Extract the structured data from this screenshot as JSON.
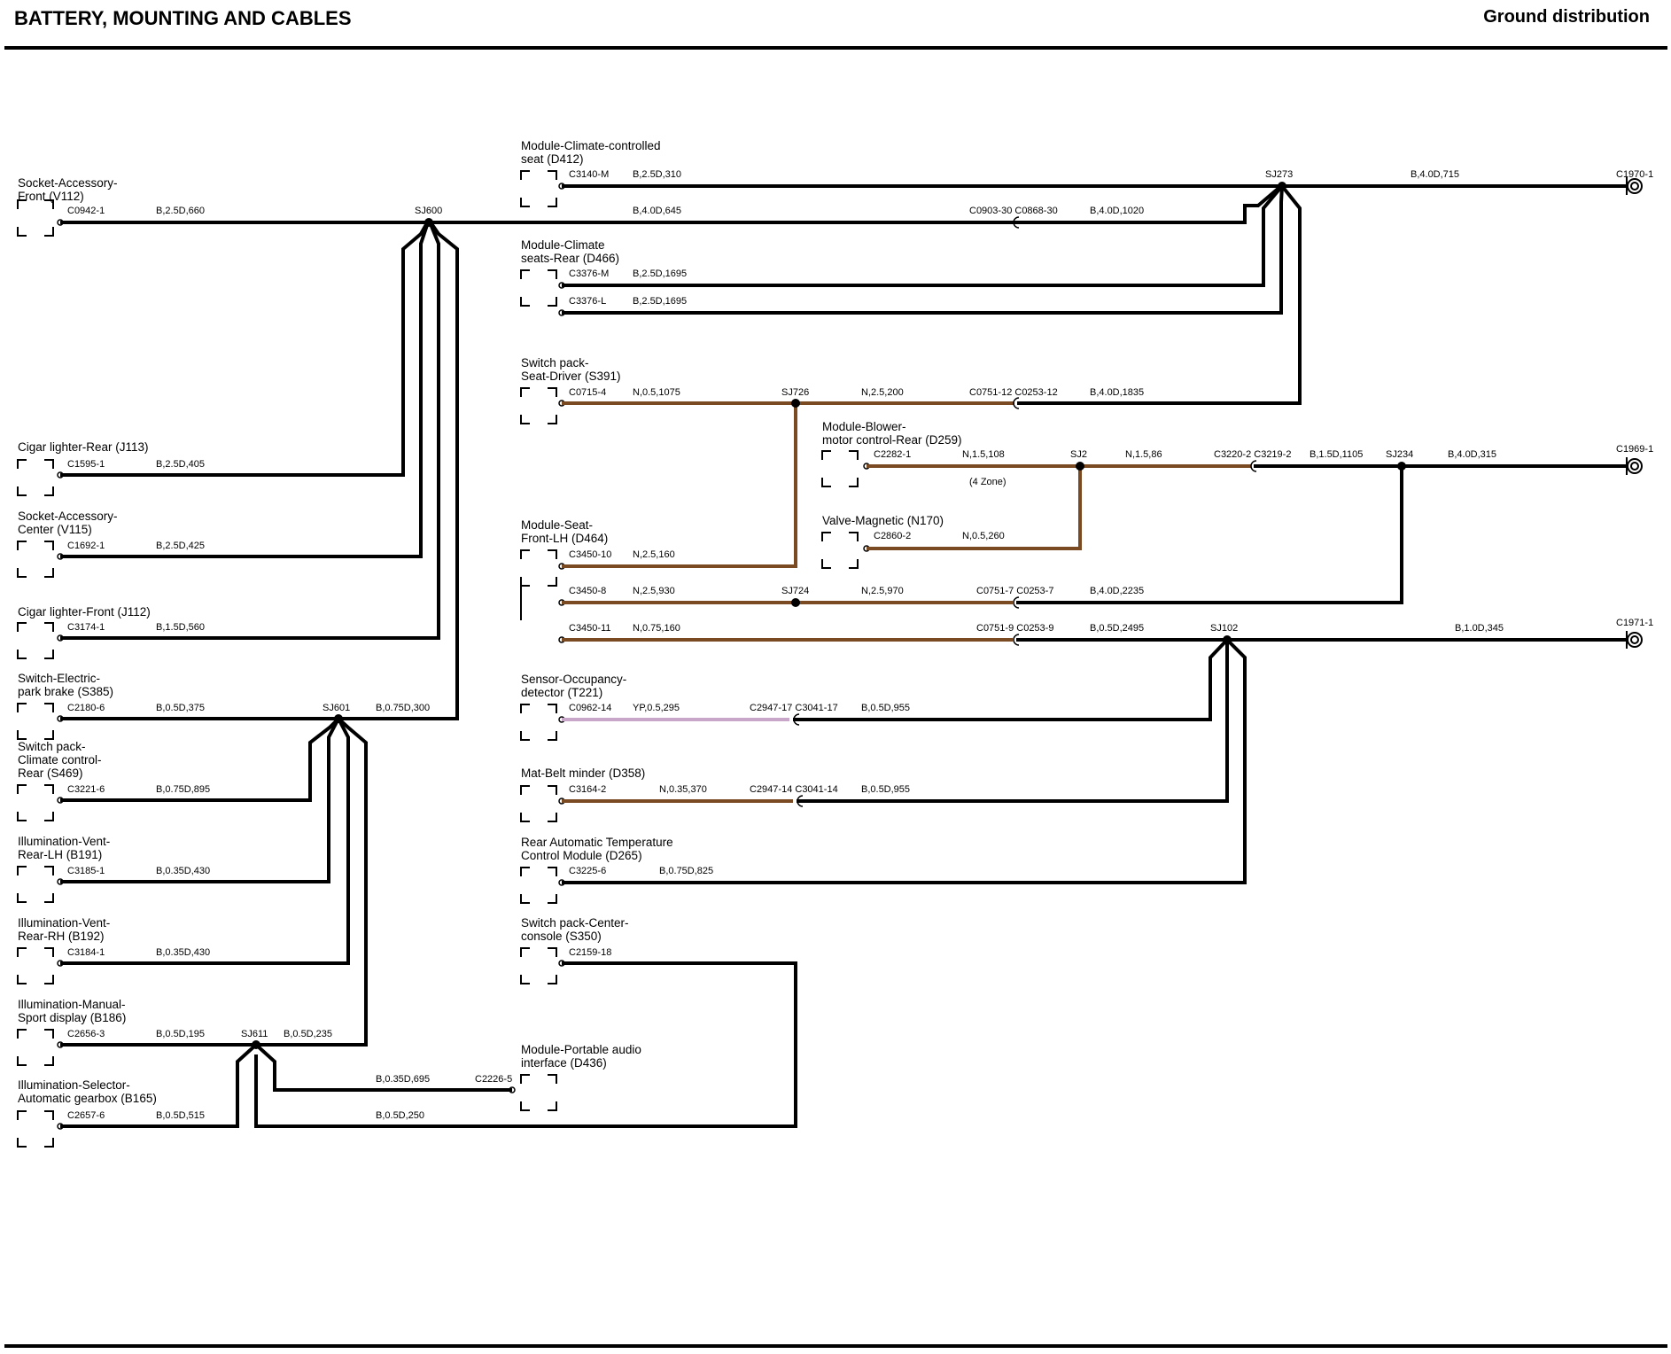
{
  "header": {
    "title": "BATTERY, MOUNTING AND CABLES",
    "section": "Ground distribution"
  },
  "diagram": {
    "components": [
      {
        "id": "v112",
        "lines": [
          "Socket-Accessory-",
          "Front (V112)"
        ]
      },
      {
        "id": "j113",
        "lines": [
          "Cigar lighter-Rear (J113)"
        ]
      },
      {
        "id": "v115",
        "lines": [
          "Socket-Accessory-",
          "Center (V115)"
        ]
      },
      {
        "id": "j112",
        "lines": [
          "Cigar lighter-Front (J112)"
        ]
      },
      {
        "id": "s385",
        "lines": [
          "Switch-Electric-",
          "park brake (S385)"
        ]
      },
      {
        "id": "s469",
        "lines": [
          "Switch pack-",
          "Climate control-",
          "Rear (S469)"
        ]
      },
      {
        "id": "b191",
        "lines": [
          "Illumination-Vent-",
          "Rear-LH (B191)"
        ]
      },
      {
        "id": "b192",
        "lines": [
          "Illumination-Vent-",
          "Rear-RH (B192)"
        ]
      },
      {
        "id": "b186",
        "lines": [
          "Illumination-Manual-",
          "Sport display (B186)"
        ]
      },
      {
        "id": "b165",
        "lines": [
          "Illumination-Selector-",
          "Automatic gearbox (B165)"
        ]
      },
      {
        "id": "d412",
        "lines": [
          "Module-Climate-controlled",
          "seat (D412)"
        ]
      },
      {
        "id": "d466",
        "lines": [
          "Module-Climate",
          "seats-Rear (D466)"
        ]
      },
      {
        "id": "s391",
        "lines": [
          "Switch pack-",
          "Seat-Driver (S391)"
        ]
      },
      {
        "id": "d259",
        "lines": [
          "Module-Blower-",
          "motor control-Rear (D259)"
        ]
      },
      {
        "id": "n170",
        "lines": [
          "Valve-Magnetic (N170)"
        ]
      },
      {
        "id": "d464",
        "lines": [
          "Module-Seat-",
          "Front-LH (D464)"
        ]
      },
      {
        "id": "t221",
        "lines": [
          "Sensor-Occupancy-",
          "detector (T221)"
        ]
      },
      {
        "id": "d358",
        "lines": [
          "Mat-Belt minder (D358)"
        ]
      },
      {
        "id": "d265",
        "lines": [
          "Rear Automatic Temperature",
          "Control Module (D265)"
        ]
      },
      {
        "id": "s350",
        "lines": [
          "Switch pack-Center-",
          "console (S350)"
        ]
      },
      {
        "id": "d436",
        "lines": [
          "Module-Portable audio",
          "interface (D436)"
        ]
      }
    ],
    "labels": [
      {
        "id": "c0942",
        "text": "C0942-1"
      },
      {
        "id": "w660",
        "text": "B,2.5D,660"
      },
      {
        "id": "c1595",
        "text": "C1595-1"
      },
      {
        "id": "w405",
        "text": "B,2.5D,405"
      },
      {
        "id": "c1692",
        "text": "C1692-1"
      },
      {
        "id": "w425",
        "text": "B,2.5D,425"
      },
      {
        "id": "c3174",
        "text": "C3174-1"
      },
      {
        "id": "w560",
        "text": "B,1.5D,560"
      },
      {
        "id": "c2180",
        "text": "C2180-6"
      },
      {
        "id": "w375",
        "text": "B,0.5D,375"
      },
      {
        "id": "w300",
        "text": "B,0.75D,300"
      },
      {
        "id": "c3221",
        "text": "C3221-6"
      },
      {
        "id": "w895",
        "text": "B,0.75D,895"
      },
      {
        "id": "c3185",
        "text": "C3185-1"
      },
      {
        "id": "w430a",
        "text": "B,0.35D,430"
      },
      {
        "id": "c3184",
        "text": "C3184-1"
      },
      {
        "id": "w430b",
        "text": "B,0.35D,430"
      },
      {
        "id": "c2656",
        "text": "C2656-3"
      },
      {
        "id": "w195",
        "text": "B,0.5D,195"
      },
      {
        "id": "w235",
        "text": "B,0.5D,235"
      },
      {
        "id": "c2657",
        "text": "C2657-6"
      },
      {
        "id": "w515",
        "text": "B,0.5D,515"
      },
      {
        "id": "w695",
        "text": "B,0.35D,695"
      },
      {
        "id": "c2226",
        "text": "C2226-5"
      },
      {
        "id": "w250",
        "text": "B,0.5D,250"
      },
      {
        "id": "c3140",
        "text": "C3140-M"
      },
      {
        "id": "w310",
        "text": "B,2.5D,310"
      },
      {
        "id": "w715",
        "text": "B,4.0D,715"
      },
      {
        "id": "c1970",
        "text": "C1970-1"
      },
      {
        "id": "w645",
        "text": "B,4.0D,645"
      },
      {
        "id": "c0903",
        "text": "C0903-30 C0868-30"
      },
      {
        "id": "w1020",
        "text": "B,4.0D,1020"
      },
      {
        "id": "c3376m",
        "text": "C3376-M"
      },
      {
        "id": "w1695a",
        "text": "B,2.5D,1695"
      },
      {
        "id": "c3376l",
        "text": "C3376-L"
      },
      {
        "id": "w1695b",
        "text": "B,2.5D,1695"
      },
      {
        "id": "c0715",
        "text": "C0715-4"
      },
      {
        "id": "w1075",
        "text": "N,0.5,1075"
      },
      {
        "id": "w200",
        "text": "N,2.5,200"
      },
      {
        "id": "c0751_12",
        "text": "C0751-12 C0253-12"
      },
      {
        "id": "w1835",
        "text": "B,4.0D,1835"
      },
      {
        "id": "c2282",
        "text": "C2282-1"
      },
      {
        "id": "w108",
        "text": "N,1.5,108"
      },
      {
        "id": "zone",
        "text": "(4 Zone)"
      },
      {
        "id": "w86",
        "text": "N,1.5,86"
      },
      {
        "id": "c3220",
        "text": "C3220-2 C3219-2"
      },
      {
        "id": "w1105",
        "text": "B,1.5D,1105"
      },
      {
        "id": "w315",
        "text": "B,4.0D,315"
      },
      {
        "id": "c1969",
        "text": "C1969-1"
      },
      {
        "id": "c2860",
        "text": "C2860-2"
      },
      {
        "id": "w260",
        "text": "N,0.5,260"
      },
      {
        "id": "c3450_10",
        "text": "C3450-10"
      },
      {
        "id": "w160a",
        "text": "N,2.5,160"
      },
      {
        "id": "c3450_8",
        "text": "C3450-8"
      },
      {
        "id": "w930",
        "text": "N,2.5,930"
      },
      {
        "id": "w970",
        "text": "N,2.5,970"
      },
      {
        "id": "c0751_7",
        "text": "C0751-7 C0253-7"
      },
      {
        "id": "w2235",
        "text": "B,4.0D,2235"
      },
      {
        "id": "c3450_11",
        "text": "C3450-11"
      },
      {
        "id": "w160b",
        "text": "N,0.75,160"
      },
      {
        "id": "c0751_9",
        "text": "C0751-9 C0253-9"
      },
      {
        "id": "w2495",
        "text": "B,0.5D,2495"
      },
      {
        "id": "w345",
        "text": "B,1.0D,345"
      },
      {
        "id": "c1971",
        "text": "C1971-1"
      },
      {
        "id": "c0962",
        "text": "C0962-14"
      },
      {
        "id": "w295",
        "text": "YP,0.5,295"
      },
      {
        "id": "c2947_17",
        "text": "C2947-17 C3041-17"
      },
      {
        "id": "w955a",
        "text": "B,0.5D,955"
      },
      {
        "id": "c3164",
        "text": "C3164-2"
      },
      {
        "id": "w370",
        "text": "N,0.35,370"
      },
      {
        "id": "c2947_14",
        "text": "C2947-14 C3041-14"
      },
      {
        "id": "w955b",
        "text": "B,0.5D,955"
      },
      {
        "id": "c3225",
        "text": "C3225-6"
      },
      {
        "id": "w825",
        "text": "B,0.75D,825"
      },
      {
        "id": "c2159",
        "text": "C2159-18"
      }
    ],
    "splices": [
      {
        "id": "sj600",
        "text": "SJ600"
      },
      {
        "id": "sj601",
        "text": "SJ601"
      },
      {
        "id": "sj611",
        "text": "SJ611"
      },
      {
        "id": "sj273",
        "text": "SJ273"
      },
      {
        "id": "sj726",
        "text": "SJ726"
      },
      {
        "id": "sj2",
        "text": "SJ2"
      },
      {
        "id": "sj234",
        "text": "SJ234"
      },
      {
        "id": "sj724",
        "text": "SJ724"
      },
      {
        "id": "sj102",
        "text": "SJ102"
      }
    ],
    "wire_colors": {
      "black": "#000000",
      "brown": "#7a4b22",
      "pink": "#c7a6c9"
    }
  }
}
